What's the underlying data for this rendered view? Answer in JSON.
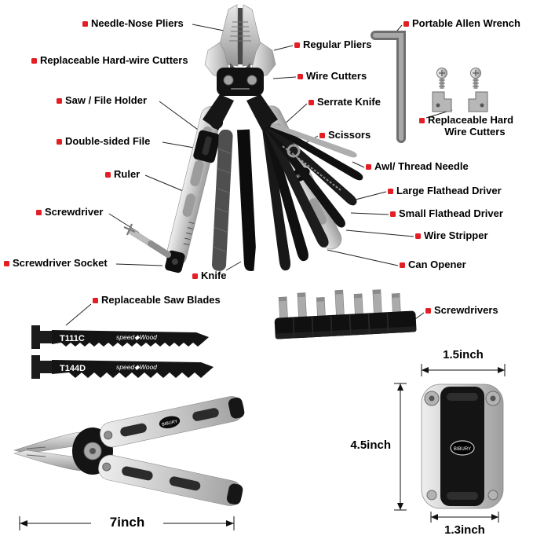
{
  "brand": {
    "name": "BIBURY"
  },
  "callouts": {
    "needle_nose_pliers": "Needle-Nose Pliers",
    "portable_allen_wrench": "Portable Allen Wrench",
    "regular_pliers": "Regular Pliers",
    "replaceable_hard_wire_cutters": "Replaceable Hard-wire Cutters",
    "wire_cutters": "Wire Cutters",
    "saw_file_holder": "Saw / File Holder",
    "serrate_knife": "Serrate Knife",
    "double_sided_file": "Double-sided File",
    "scissors": "Scissors",
    "replaceable_hard_line1": "Replaceable Hard",
    "replaceable_hard_line2": "Wire Cutters",
    "ruler": "Ruler",
    "awl_thread_needle": "Awl/ Thread Needle",
    "large_flathead_driver": "Large Flathead Driver",
    "screwdriver": "Screwdriver",
    "small_flathead_driver": "Small Flathead Driver",
    "wire_stripper": "Wire Stripper",
    "screwdriver_socket": "Screwdriver Socket",
    "can_opener": "Can Opener",
    "knife": "Knife",
    "replaceable_saw_blades": "Replaceable Saw Blades",
    "screwdrivers": "Screwdrivers"
  },
  "saw_blades": {
    "blade1_model": "T111C",
    "blade2_model": "T144D",
    "brand_mark": "speed◆Wood"
  },
  "dimensions": {
    "open_length": "7inch",
    "closed_width": "1.5inch",
    "closed_height": "4.5inch",
    "closed_base": "1.3inch"
  },
  "colors": {
    "accent_red": "#e31e24",
    "leader_line": "#222222",
    "metal_light": "#efefef",
    "metal_dark": "#9e9e9e",
    "tool_black": "#141414",
    "background": "#ffffff"
  }
}
